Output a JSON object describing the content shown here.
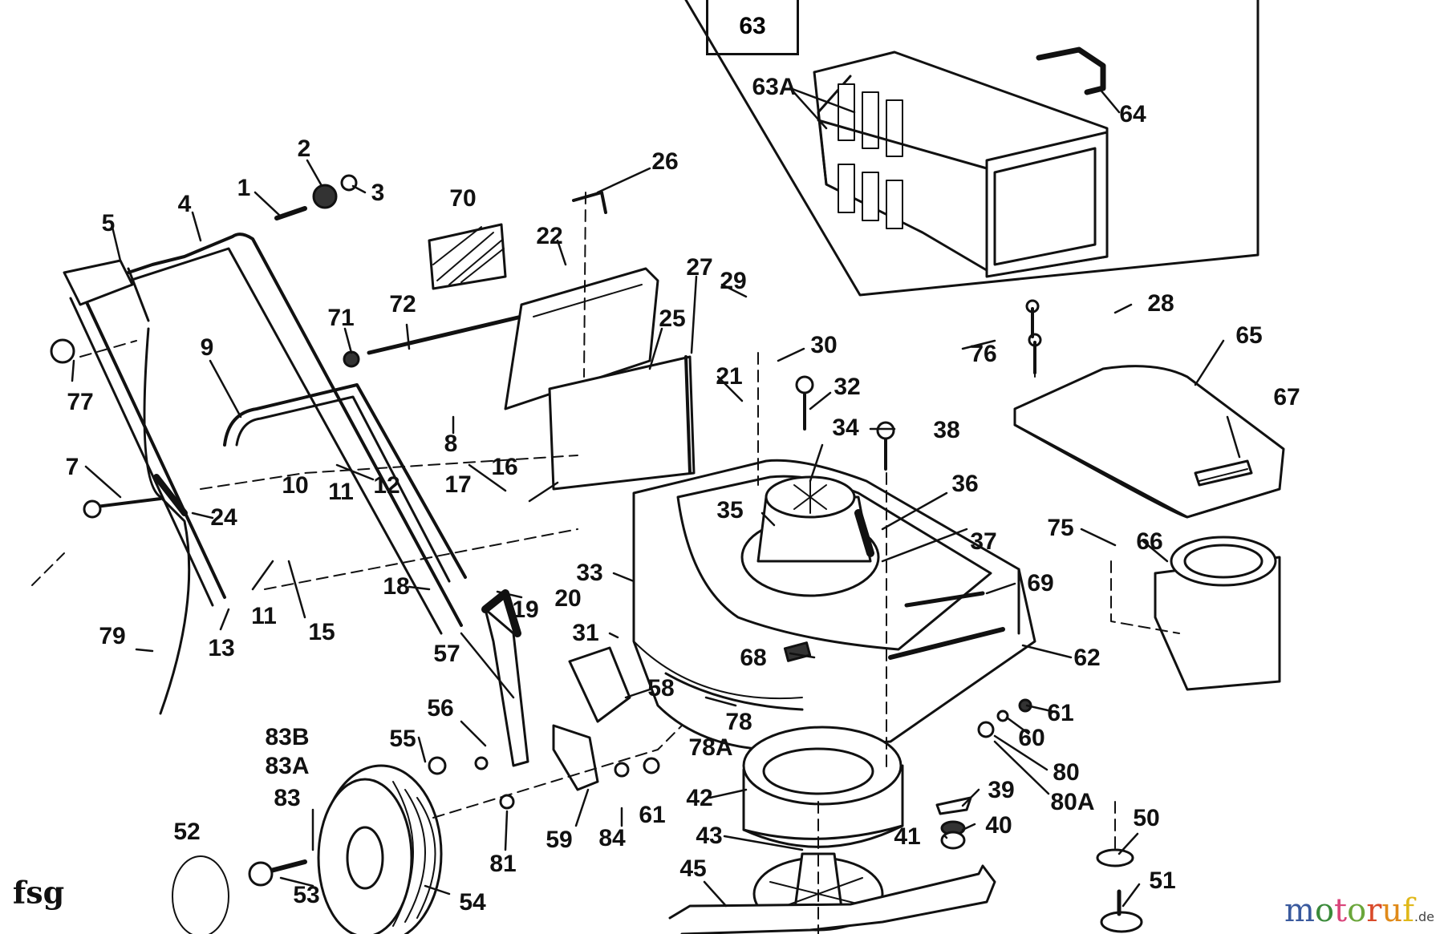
{
  "diagram": {
    "title": "Lawn mower exploded parts diagram",
    "series_code": "fsg",
    "inset": {
      "label": "63",
      "description": "Grass catcher assembly"
    },
    "brand": {
      "letters": [
        {
          "ch": "m",
          "color": "#3a5a9e"
        },
        {
          "ch": "o",
          "color": "#3a8a3a"
        },
        {
          "ch": "t",
          "color": "#d9447a"
        },
        {
          "ch": "o",
          "color": "#6aa63a"
        },
        {
          "ch": "r",
          "color": "#d94a2a"
        },
        {
          "ch": "u",
          "color": "#e08a1a"
        },
        {
          "ch": "f",
          "color": "#e0b81a"
        }
      ],
      "tld": ".de"
    },
    "parts": [
      {
        "id": "63A"
      },
      {
        "id": "64"
      },
      {
        "id": "1"
      },
      {
        "id": "2"
      },
      {
        "id": "3"
      },
      {
        "id": "4"
      },
      {
        "id": "5"
      },
      {
        "id": "26"
      },
      {
        "id": "70"
      },
      {
        "id": "22"
      },
      {
        "id": "27"
      },
      {
        "id": "29"
      },
      {
        "id": "28"
      },
      {
        "id": "72"
      },
      {
        "id": "71"
      },
      {
        "id": "25"
      },
      {
        "id": "30"
      },
      {
        "id": "76"
      },
      {
        "id": "65"
      },
      {
        "id": "9"
      },
      {
        "id": "77"
      },
      {
        "id": "21"
      },
      {
        "id": "32"
      },
      {
        "id": "67"
      },
      {
        "id": "8"
      },
      {
        "id": "38"
      },
      {
        "id": "34"
      },
      {
        "id": "36"
      },
      {
        "id": "7"
      },
      {
        "id": "10"
      },
      {
        "id": "11"
      },
      {
        "id": "12"
      },
      {
        "id": "16"
      },
      {
        "id": "17"
      },
      {
        "id": "24"
      },
      {
        "id": "35"
      },
      {
        "id": "37"
      },
      {
        "id": "75"
      },
      {
        "id": "66"
      },
      {
        "id": "33"
      },
      {
        "id": "18"
      },
      {
        "id": "19"
      },
      {
        "id": "20"
      },
      {
        "id": "69"
      },
      {
        "id": "13"
      },
      {
        "id": "11"
      },
      {
        "id": "15"
      },
      {
        "id": "79"
      },
      {
        "id": "31"
      },
      {
        "id": "57"
      },
      {
        "id": "62"
      },
      {
        "id": "68"
      },
      {
        "id": "56"
      },
      {
        "id": "58"
      },
      {
        "id": "78"
      },
      {
        "id": "61"
      },
      {
        "id": "60"
      },
      {
        "id": "55"
      },
      {
        "id": "83B"
      },
      {
        "id": "83A"
      },
      {
        "id": "78A"
      },
      {
        "id": "80"
      },
      {
        "id": "83"
      },
      {
        "id": "42"
      },
      {
        "id": "39"
      },
      {
        "id": "80A"
      },
      {
        "id": "61"
      },
      {
        "id": "59"
      },
      {
        "id": "84"
      },
      {
        "id": "40"
      },
      {
        "id": "41"
      },
      {
        "id": "43"
      },
      {
        "id": "50"
      },
      {
        "id": "52"
      },
      {
        "id": "81"
      },
      {
        "id": "45"
      },
      {
        "id": "51"
      },
      {
        "id": "53"
      },
      {
        "id": "54"
      }
    ]
  }
}
